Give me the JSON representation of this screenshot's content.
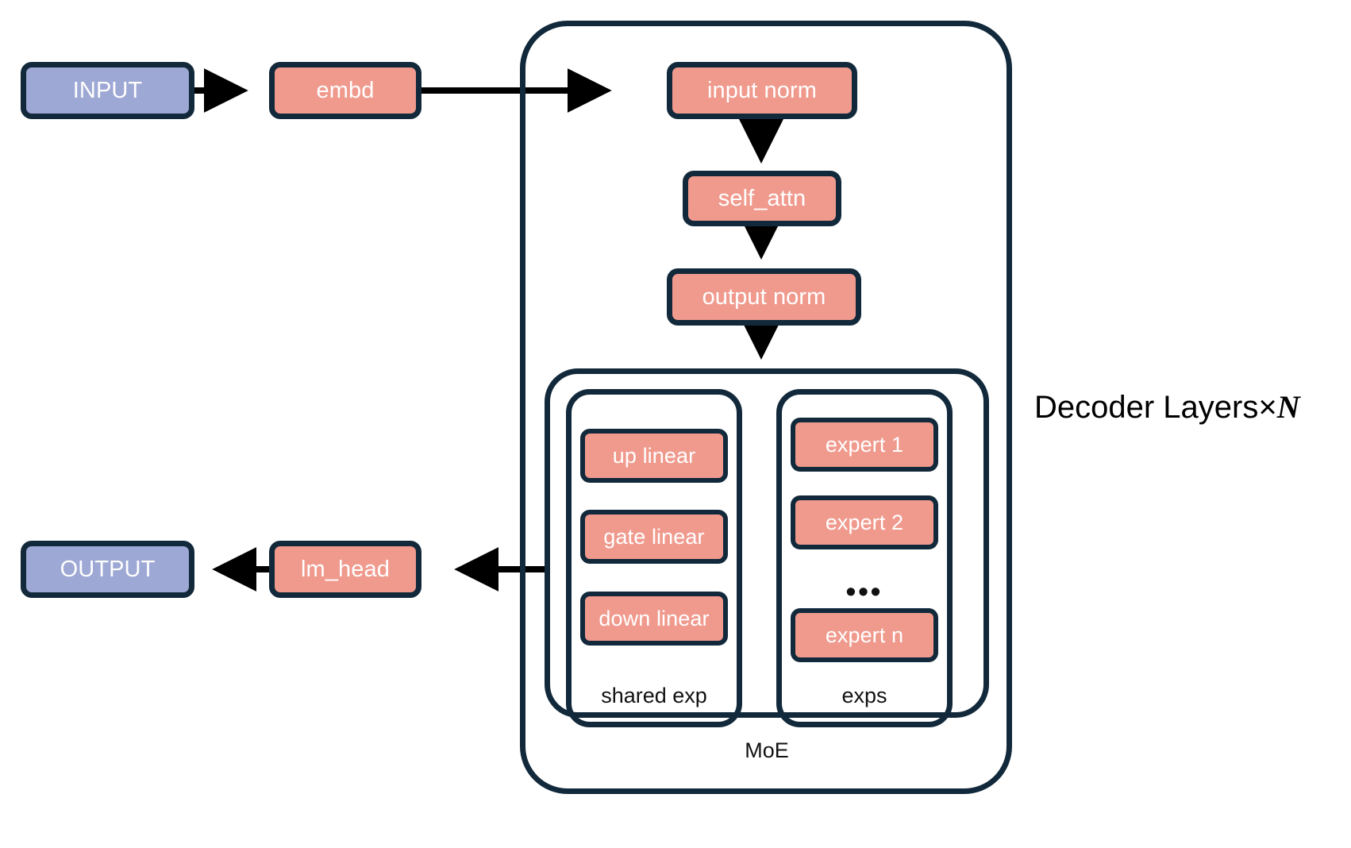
{
  "diagram": {
    "title_label": "Decoder Layers×",
    "title_variable": "N",
    "colors": {
      "stroke": "#12293b",
      "module_fill": "#f09a8e",
      "io_fill": "#9ea8d4",
      "text_on_fill": "#ffffff",
      "background": "#ffffff",
      "caption_text": "#111111"
    }
  },
  "io": {
    "input": "INPUT",
    "output": "OUTPUT"
  },
  "top_level": {
    "embd": "embd",
    "lm_head": "lm_head"
  },
  "decoder": {
    "caption_prefix": "Decoder Layers×",
    "caption_variable": "N",
    "blocks": [
      {
        "label": "input norm"
      },
      {
        "label": "self_attn"
      },
      {
        "label": "output norm"
      }
    ]
  },
  "moe": {
    "caption": "MoE",
    "shared_expert": {
      "caption": "shared exp",
      "layers": [
        {
          "label": "up linear"
        },
        {
          "label": "gate linear"
        },
        {
          "label": "down linear"
        }
      ]
    },
    "experts": {
      "caption": "exps",
      "items": [
        {
          "label": "expert 1"
        },
        {
          "label": "expert 2"
        }
      ],
      "ellipsis": "•••",
      "last": {
        "label": "expert n"
      }
    }
  },
  "edges": [
    {
      "from": "INPUT",
      "to": "embd"
    },
    {
      "from": "embd",
      "to": "input norm"
    },
    {
      "from": "input norm",
      "to": "self_attn"
    },
    {
      "from": "self_attn",
      "to": "output norm"
    },
    {
      "from": "output norm",
      "to": "MoE"
    },
    {
      "from": "MoE",
      "to": "lm_head"
    },
    {
      "from": "lm_head",
      "to": "OUTPUT"
    }
  ]
}
